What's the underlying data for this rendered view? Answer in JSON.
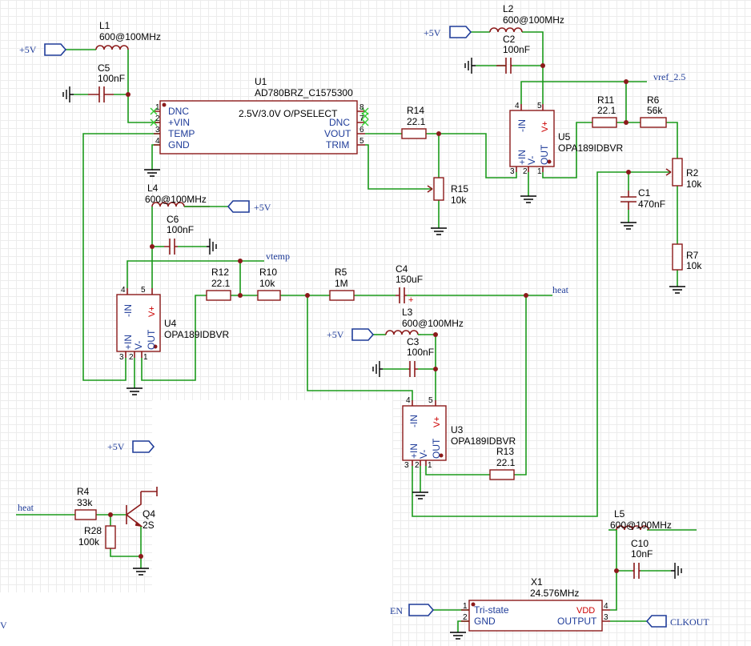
{
  "nets": {
    "p5v": "+5V",
    "vref": "vref_2.5",
    "vtemp": "vtemp",
    "heat": "heat",
    "en": "EN",
    "clkout": "CLKOUT"
  },
  "components": {
    "L1": {
      "ref": "L1",
      "value": "600@100MHz"
    },
    "L2": {
      "ref": "L2",
      "value": "600@100MHz"
    },
    "L3": {
      "ref": "L3",
      "value": "600@100MHz"
    },
    "L4": {
      "ref": "L4",
      "value": "600@100MHz"
    },
    "L5": {
      "ref": "L5",
      "value": "600@100MHz"
    },
    "C1": {
      "ref": "C1",
      "value": "470nF"
    },
    "C2": {
      "ref": "C2",
      "value": "100nF"
    },
    "C3": {
      "ref": "C3",
      "value": "100nF"
    },
    "C4": {
      "ref": "C4",
      "value": "150uF"
    },
    "C5": {
      "ref": "C5",
      "value": "100nF"
    },
    "C6": {
      "ref": "C6",
      "value": "100nF"
    },
    "C10": {
      "ref": "C10",
      "value": "10nF"
    },
    "R2": {
      "ref": "R2",
      "value": "10k"
    },
    "R4": {
      "ref": "R4",
      "value": "33k"
    },
    "R5": {
      "ref": "R5",
      "value": "1M"
    },
    "R6": {
      "ref": "R6",
      "value": "56k"
    },
    "R7": {
      "ref": "R7",
      "value": "10k"
    },
    "R10": {
      "ref": "R10",
      "value": "10k"
    },
    "R11": {
      "ref": "R11",
      "value": "22.1"
    },
    "R12": {
      "ref": "R12",
      "value": "22.1"
    },
    "R13": {
      "ref": "R13",
      "value": "22.1"
    },
    "R14": {
      "ref": "R14",
      "value": "22.1"
    },
    "R15": {
      "ref": "R15",
      "value": "10k"
    },
    "R28": {
      "ref": "R28",
      "value": "100k"
    },
    "Q4": {
      "ref": "Q4",
      "value": "2S"
    },
    "U1": {
      "ref": "U1",
      "value": "AD780BRZ_C1575300",
      "subtitle": "2.5V/3.0V O/PSELECT"
    },
    "U3": {
      "ref": "U3",
      "value": "OPA189IDBVR"
    },
    "U4": {
      "ref": "U4",
      "value": "OPA189IDBVR"
    },
    "U5": {
      "ref": "U5",
      "value": "OPA189IDBVR"
    },
    "X1": {
      "ref": "X1",
      "value": "24.576MHz"
    }
  },
  "pins": {
    "u1": {
      "dnc": "DNC",
      "vin": "+VIN",
      "temp": "TEMP",
      "gnd": "GND",
      "dnc2": "DNC",
      "vout": "VOUT",
      "trim": "TRIM",
      "n1": "1",
      "n2": "2",
      "n3": "3",
      "n4": "4",
      "n5": "5",
      "n6": "6",
      "n7": "7",
      "n8": "8"
    },
    "opamp": {
      "inn": "-IN",
      "vp": "V+",
      "inp": "+IN",
      "vn": "V-",
      "out": "OUT",
      "n1": "1",
      "n2": "2",
      "n3": "3",
      "n4": "4",
      "n5": "5"
    },
    "x1": {
      "tri": "Tri-state",
      "gnd": "GND",
      "vdd": "VDD",
      "out": "OUTPUT",
      "n1": "1",
      "n2": "2",
      "n3": "3",
      "n4": "4"
    }
  },
  "stray": {
    "v": "V"
  }
}
